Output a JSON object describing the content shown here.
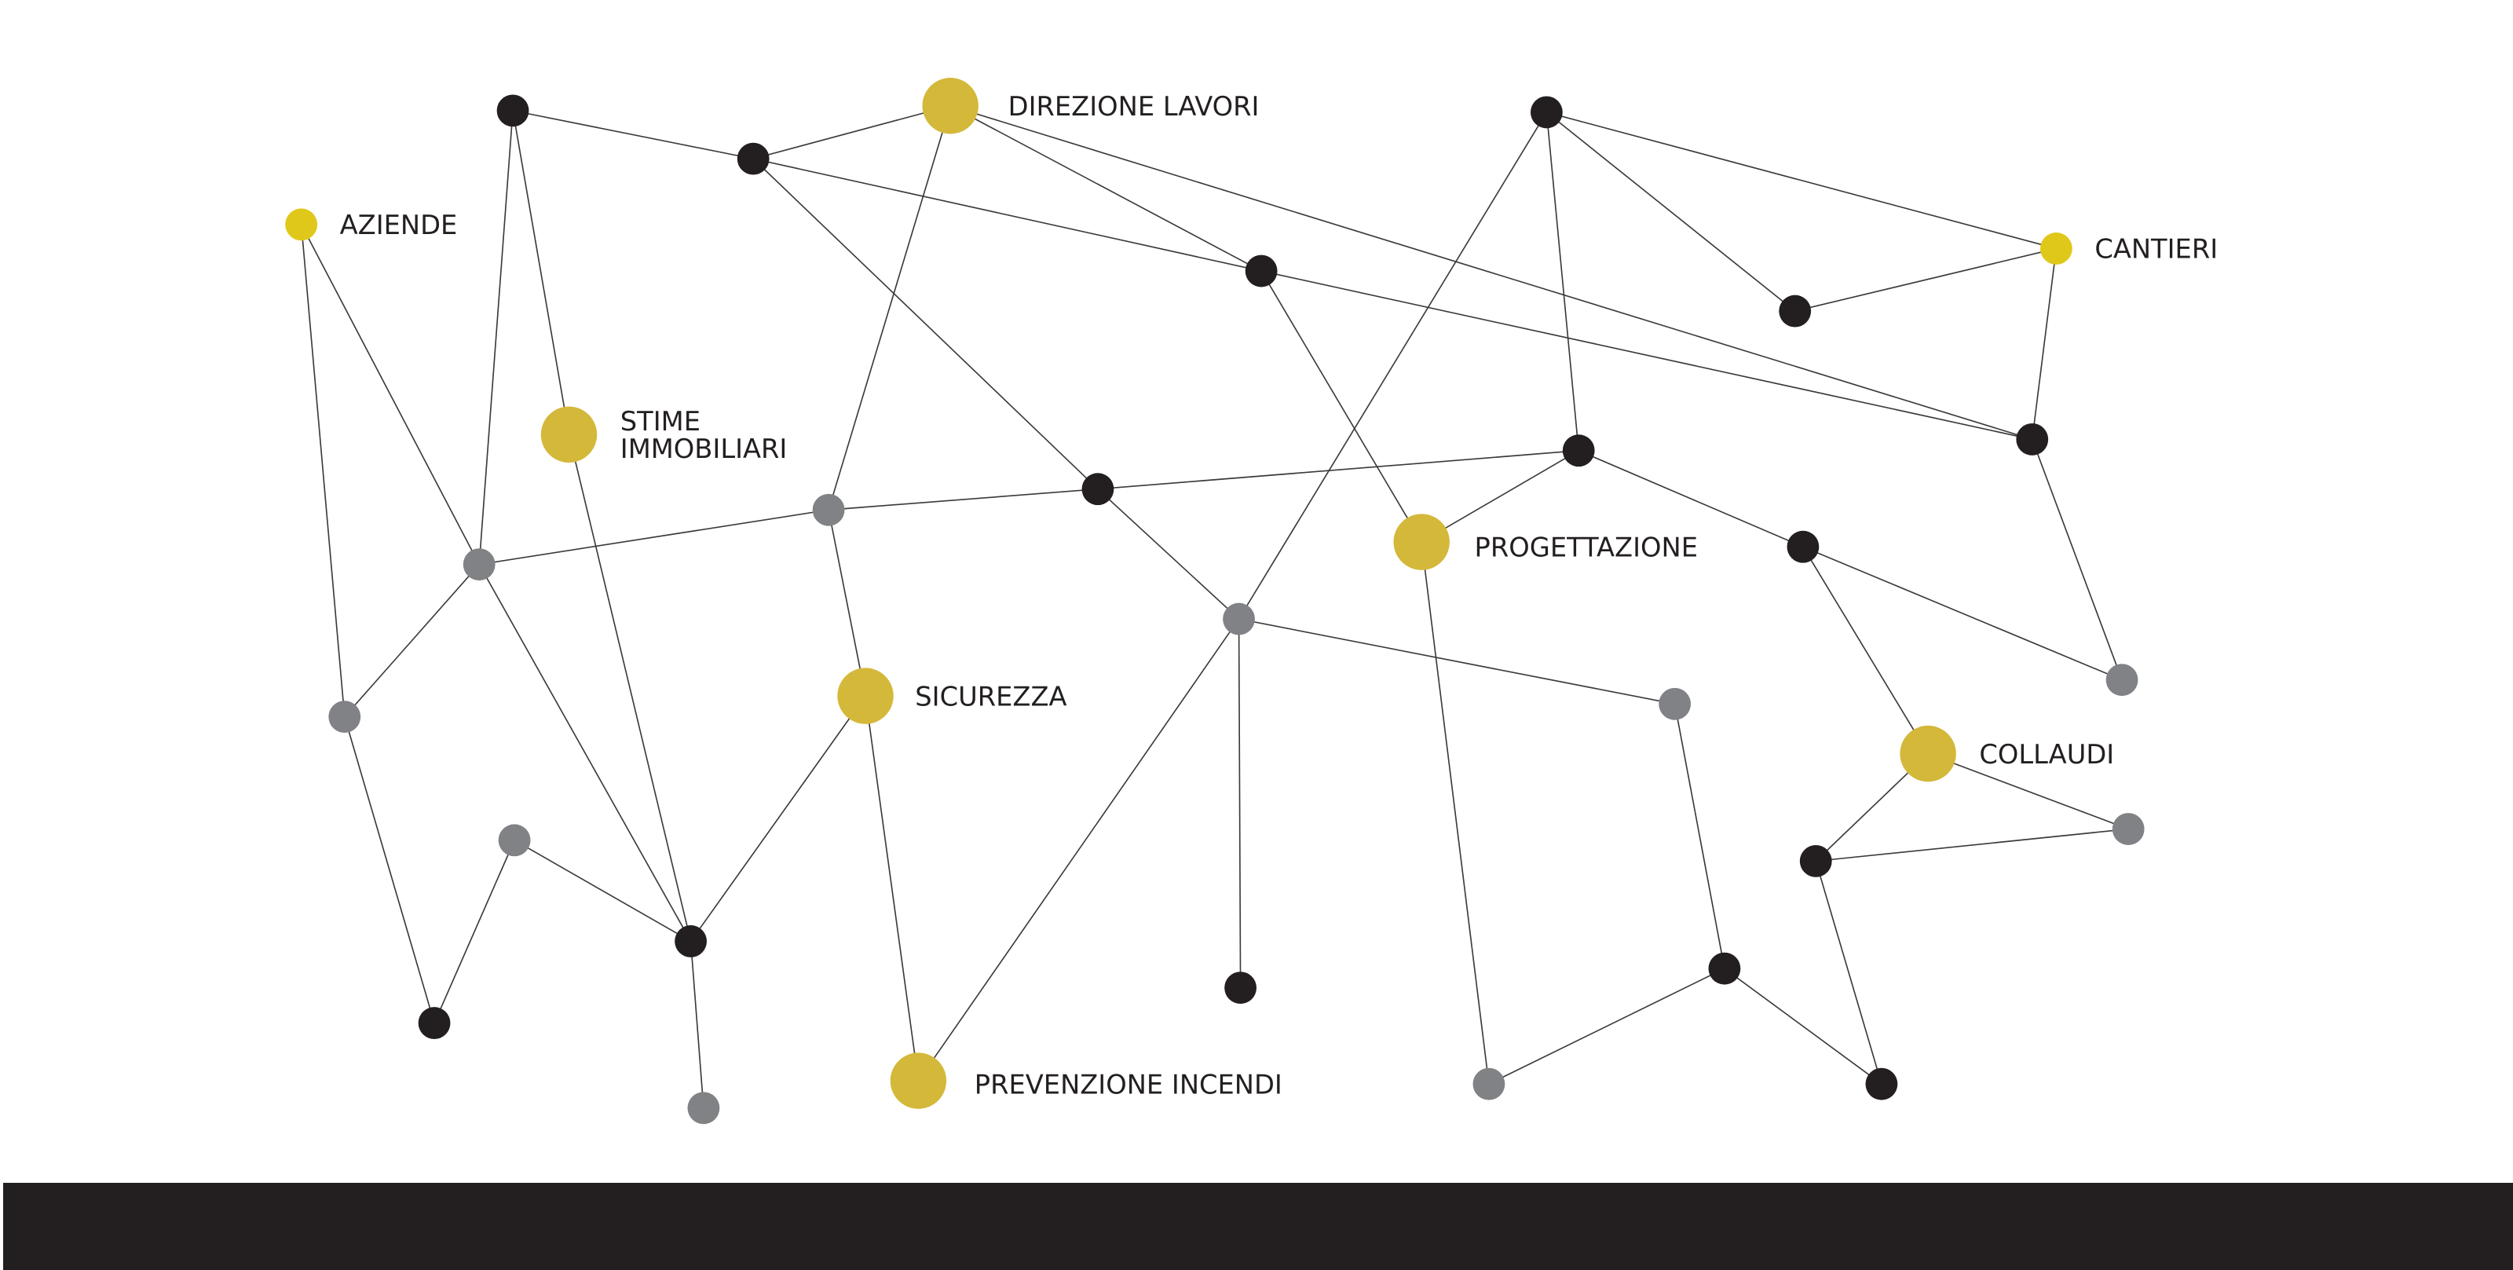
{
  "colors": {
    "gold": "#d4b83a",
    "yellow": "#e0c81a",
    "black": "#231f20",
    "gray": "#808285",
    "edge": "#3a3a3a"
  },
  "nodes": [
    {
      "id": "n1",
      "type": "black"
    },
    {
      "id": "n2",
      "type": "black"
    },
    {
      "id": "DL",
      "type": "gold",
      "label": [
        "DIREZIONE LAVORI"
      ]
    },
    {
      "id": "AZ",
      "type": "yellow",
      "label": [
        "AZIENDE"
      ]
    },
    {
      "id": "n3",
      "type": "black"
    },
    {
      "id": "n4",
      "type": "black"
    },
    {
      "id": "CA",
      "type": "yellow",
      "label": [
        "CANTIERI"
      ]
    },
    {
      "id": "n5",
      "type": "black"
    },
    {
      "id": "SI",
      "type": "gold",
      "label": [
        "STIME",
        "IMMOBILIARI"
      ]
    },
    {
      "id": "n6",
      "type": "black"
    },
    {
      "id": "n7",
      "type": "black"
    },
    {
      "id": "n8",
      "type": "black"
    },
    {
      "id": "g1",
      "type": "gray"
    },
    {
      "id": "PR",
      "type": "gold",
      "label": [
        "PROGETTAZIONE"
      ]
    },
    {
      "id": "n9",
      "type": "black"
    },
    {
      "id": "g2",
      "type": "gray"
    },
    {
      "id": "g3",
      "type": "gray"
    },
    {
      "id": "g4",
      "type": "gray"
    },
    {
      "id": "SC",
      "type": "gold",
      "label": [
        "SICUREZZA"
      ]
    },
    {
      "id": "g5",
      "type": "gray"
    },
    {
      "id": "g6",
      "type": "gray"
    },
    {
      "id": "CO",
      "type": "gold",
      "label": [
        "COLLAUDI"
      ]
    },
    {
      "id": "g7",
      "type": "gray"
    },
    {
      "id": "g8",
      "type": "gray"
    },
    {
      "id": "n10",
      "type": "black"
    },
    {
      "id": "n11",
      "type": "black"
    },
    {
      "id": "n12",
      "type": "black"
    },
    {
      "id": "n13",
      "type": "black"
    },
    {
      "id": "n14",
      "type": "black"
    },
    {
      "id": "PI",
      "type": "gold",
      "label": [
        "PREVENZIONE INCENDI"
      ]
    },
    {
      "id": "g9",
      "type": "gray"
    },
    {
      "id": "n15",
      "type": "black"
    },
    {
      "id": "g10",
      "type": "gray"
    }
  ],
  "edges": [
    [
      "n1",
      "n2"
    ],
    [
      "n2",
      "DL"
    ],
    [
      "n1",
      "g2"
    ],
    [
      "n1",
      "SI"
    ],
    [
      "n2",
      "n3"
    ],
    [
      "n3",
      "n6"
    ],
    [
      "n2",
      "n8"
    ],
    [
      "n8",
      "g3"
    ],
    [
      "DL",
      "n3"
    ],
    [
      "DL",
      "n6"
    ],
    [
      "DL",
      "g1"
    ],
    [
      "AZ",
      "g6"
    ],
    [
      "AZ",
      "g2"
    ],
    [
      "g2",
      "g6"
    ],
    [
      "g2",
      "g1"
    ],
    [
      "g2",
      "n11"
    ],
    [
      "SI",
      "n11"
    ],
    [
      "g1",
      "n8"
    ],
    [
      "n8",
      "n7"
    ],
    [
      "g1",
      "SC"
    ],
    [
      "SC",
      "n11"
    ],
    [
      "SC",
      "PI"
    ],
    [
      "g8",
      "n11"
    ],
    [
      "g8",
      "n14"
    ],
    [
      "g6",
      "n14"
    ],
    [
      "n11",
      "g10"
    ],
    [
      "n4",
      "g3"
    ],
    [
      "n4",
      "n7"
    ],
    [
      "n4",
      "n5"
    ],
    [
      "n4",
      "CA"
    ],
    [
      "n5",
      "CA"
    ],
    [
      "CA",
      "n6"
    ],
    [
      "n6",
      "g4"
    ],
    [
      "n3",
      "PR"
    ],
    [
      "PR",
      "n7"
    ],
    [
      "PR",
      "g9"
    ],
    [
      "n7",
      "n9"
    ],
    [
      "n9",
      "g4"
    ],
    [
      "n9",
      "CO"
    ],
    [
      "CO",
      "n10"
    ],
    [
      "CO",
      "g7"
    ],
    [
      "n10",
      "g7"
    ],
    [
      "n10",
      "n15"
    ],
    [
      "n15",
      "n12"
    ],
    [
      "n12",
      "g9"
    ],
    [
      "n12",
      "g5"
    ],
    [
      "g5",
      "g3"
    ],
    [
      "g3",
      "n13"
    ],
    [
      "g3",
      "PI"
    ]
  ]
}
